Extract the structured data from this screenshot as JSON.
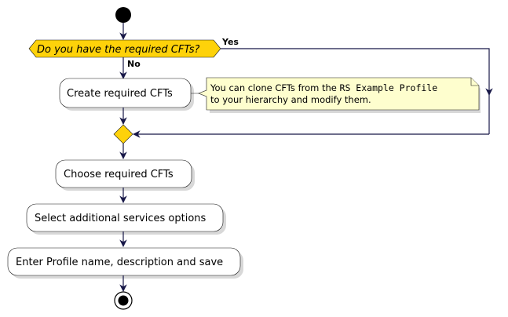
{
  "decision": {
    "question": "Do you have the required CFTs?",
    "yes_label": "Yes",
    "no_label": "No"
  },
  "activities": {
    "create": "Create required CFTs",
    "choose": "Choose required CFTs",
    "select": "Select additional services options",
    "enter": "Enter Profile name, description and save"
  },
  "note": {
    "line1_prefix": "You can clone CFTs from the ",
    "line1_code": "RS Example Profile",
    "line2": "to your hierarchy and modify them."
  },
  "colors": {
    "decision_fill": "#fed20a",
    "note_fill": "#fefece",
    "line": "#181848"
  }
}
